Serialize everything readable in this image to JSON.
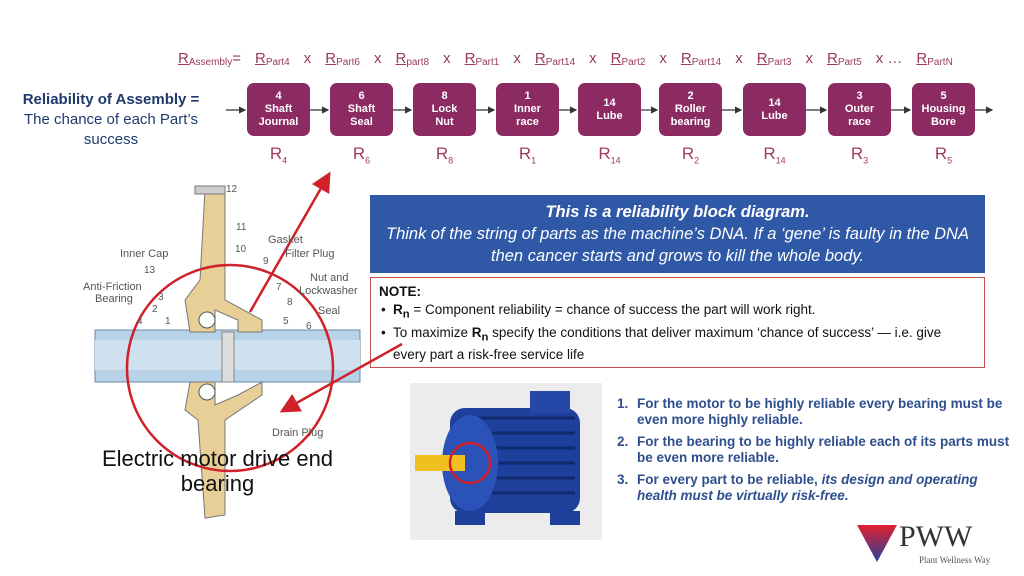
{
  "equation": {
    "lhs": "R",
    "lhs_sub": "Assembly",
    "eq": "=",
    "terms": [
      {
        "r": "R",
        "sub": "Part4"
      },
      {
        "r": "R",
        "sub": "Part6"
      },
      {
        "r": "R",
        "sub": "part8"
      },
      {
        "r": "R",
        "sub": "Part1"
      },
      {
        "r": "R",
        "sub": "Part14"
      },
      {
        "r": "R",
        "sub": "Part2"
      },
      {
        "r": "R",
        "sub": "Part14"
      },
      {
        "r": "R",
        "sub": "Part3"
      },
      {
        "r": "R",
        "sub": "Part5"
      }
    ],
    "times": "x",
    "ellipsis": "x …",
    "last": {
      "r": "R",
      "sub": "PartN"
    }
  },
  "left_text": {
    "title": "Reliability  of Assembly =",
    "line1": "The chance of each Part’s",
    "line2": "success"
  },
  "blocks": [
    {
      "num": "4",
      "name": "Shaft Journal",
      "r": "R",
      "sub": "4"
    },
    {
      "num": "6",
      "name": "Shaft Seal",
      "r": "R",
      "sub": "6"
    },
    {
      "num": "8",
      "name": "Lock Nut",
      "r": "R",
      "sub": "8"
    },
    {
      "num": "1",
      "name": "Inner race",
      "r": "R",
      "sub": "1"
    },
    {
      "num": "14",
      "name": "Lube",
      "r": "R",
      "sub": "14"
    },
    {
      "num": "2",
      "name": "Roller bearing",
      "r": "R",
      "sub": "2"
    },
    {
      "num": "14",
      "name": "Lube",
      "r": "R",
      "sub": "14"
    },
    {
      "num": "3",
      "name": "Outer race",
      "r": "R",
      "sub": "3"
    },
    {
      "num": "5",
      "name": "Housing Bore",
      "r": "R",
      "sub": "5"
    }
  ],
  "bluebox": {
    "title": "This is a reliability block diagram.",
    "body": "Think of the string of parts as the machine’s DNA.  If a ‘gene’ is faulty in the DNA then cancer starts and grows to kill the whole body."
  },
  "note": {
    "title": "NOTE:",
    "item1_r": "R",
    "item1_sub": "n",
    "item1": " = Component  reliability = chance of success the part will work right.",
    "item2_pre": "To maximize ",
    "item2_r": "R",
    "item2_sub": "n",
    "item2": " specify the conditions that deliver maximum  ‘chance of success’ — i.e. give every part a risk-free service life"
  },
  "diagram_labels": {
    "n12": "12",
    "n11": "11",
    "n10": "10",
    "n9": "9",
    "n13": "13",
    "n3": "3",
    "n2": "2",
    "n1": "1",
    "n4": "4",
    "n7": "7",
    "n8": "8",
    "n5": "5",
    "n6": "6",
    "gasket": "Gasket",
    "filter": "Filter Plug",
    "inner_cap": "Inner Cap",
    "nut1": "Nut and",
    "nut2": "Lockwasher",
    "afb1": "Anti-Friction",
    "afb2": "Bearing",
    "seal": "Seal",
    "drain": "Drain Plug"
  },
  "caption": "Electric motor drive end bearing",
  "list": [
    {
      "n": "1.",
      "text": "For the motor to be highly reliable every bearing must be even more highly reliable."
    },
    {
      "n": "2.",
      "text": "For the bearing to be highly reliable each of its parts must be even more reliable."
    },
    {
      "n": "3.",
      "text": "For every part to be reliable, ",
      "italic": "its design and operating health must be virtually risk-free."
    }
  ],
  "logo": {
    "brand": "PWW",
    "tagline": "Plant Wellness Way"
  },
  "colors": {
    "block": "#8c2b62",
    "blue": "#2f58a6",
    "red": "#d0202a",
    "text_blue": "#2e4f8e"
  }
}
